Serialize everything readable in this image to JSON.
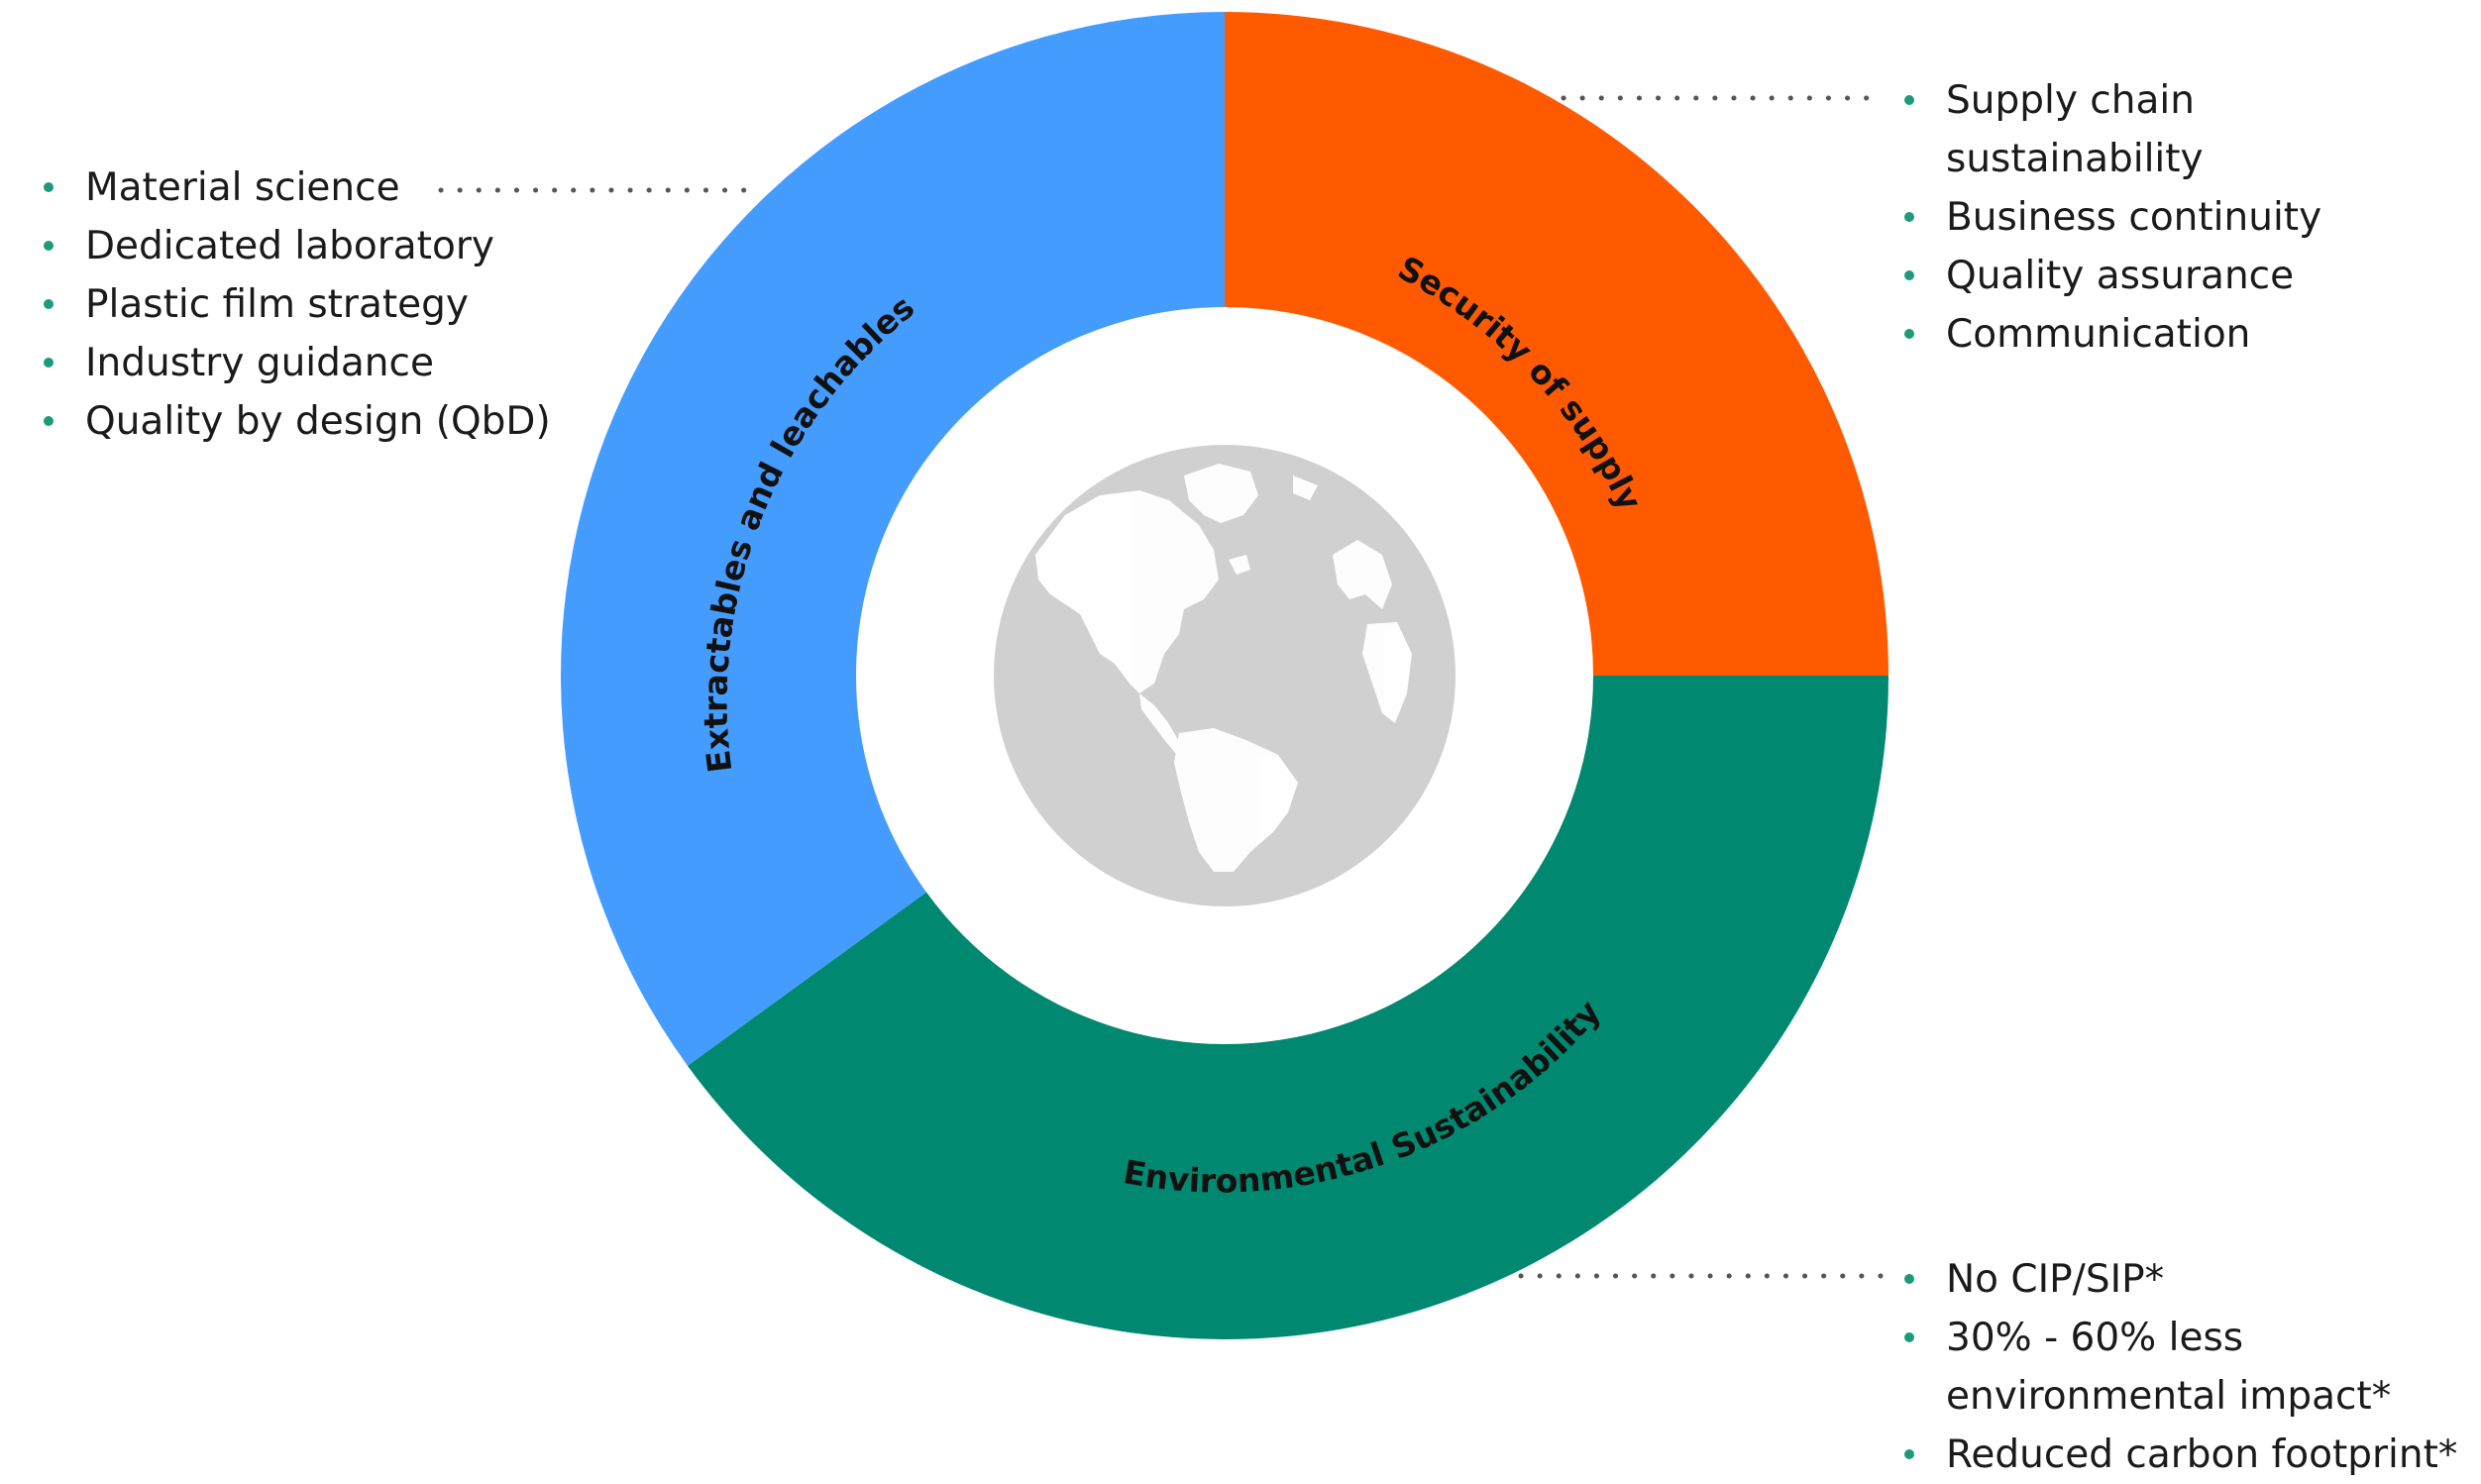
{
  "colors": {
    "extractables": "#459CFF",
    "security": "#FF5A00",
    "environment": "#008970",
    "globe": "#D0D0D0",
    "bullet": "#1E9A7A",
    "connector": "#555555"
  },
  "segments": [
    {
      "id": "security",
      "label": "Security of supply",
      "share_percent": 25
    },
    {
      "id": "environment",
      "label": "Environmental Sustainability",
      "share_percent": 40
    },
    {
      "id": "extractables",
      "label": "Extractables and leachables",
      "share_percent": 35
    }
  ],
  "center": {
    "icon": "globe-icon"
  },
  "lists": {
    "extractables": {
      "items": [
        "Material science",
        "Dedicated laboratory",
        "Plastic film strategy",
        "Industry guidance",
        "Quality by design (QbD)"
      ]
    },
    "security": {
      "items": [
        "Supply chain sustainability",
        "Business continuity",
        "Quality assurance",
        "Communication"
      ]
    },
    "environment": {
      "items": [
        "No CIP/SIP*",
        "30% - 60% less environmental  impact*",
        "Reduced carbon footprint*"
      ]
    }
  }
}
